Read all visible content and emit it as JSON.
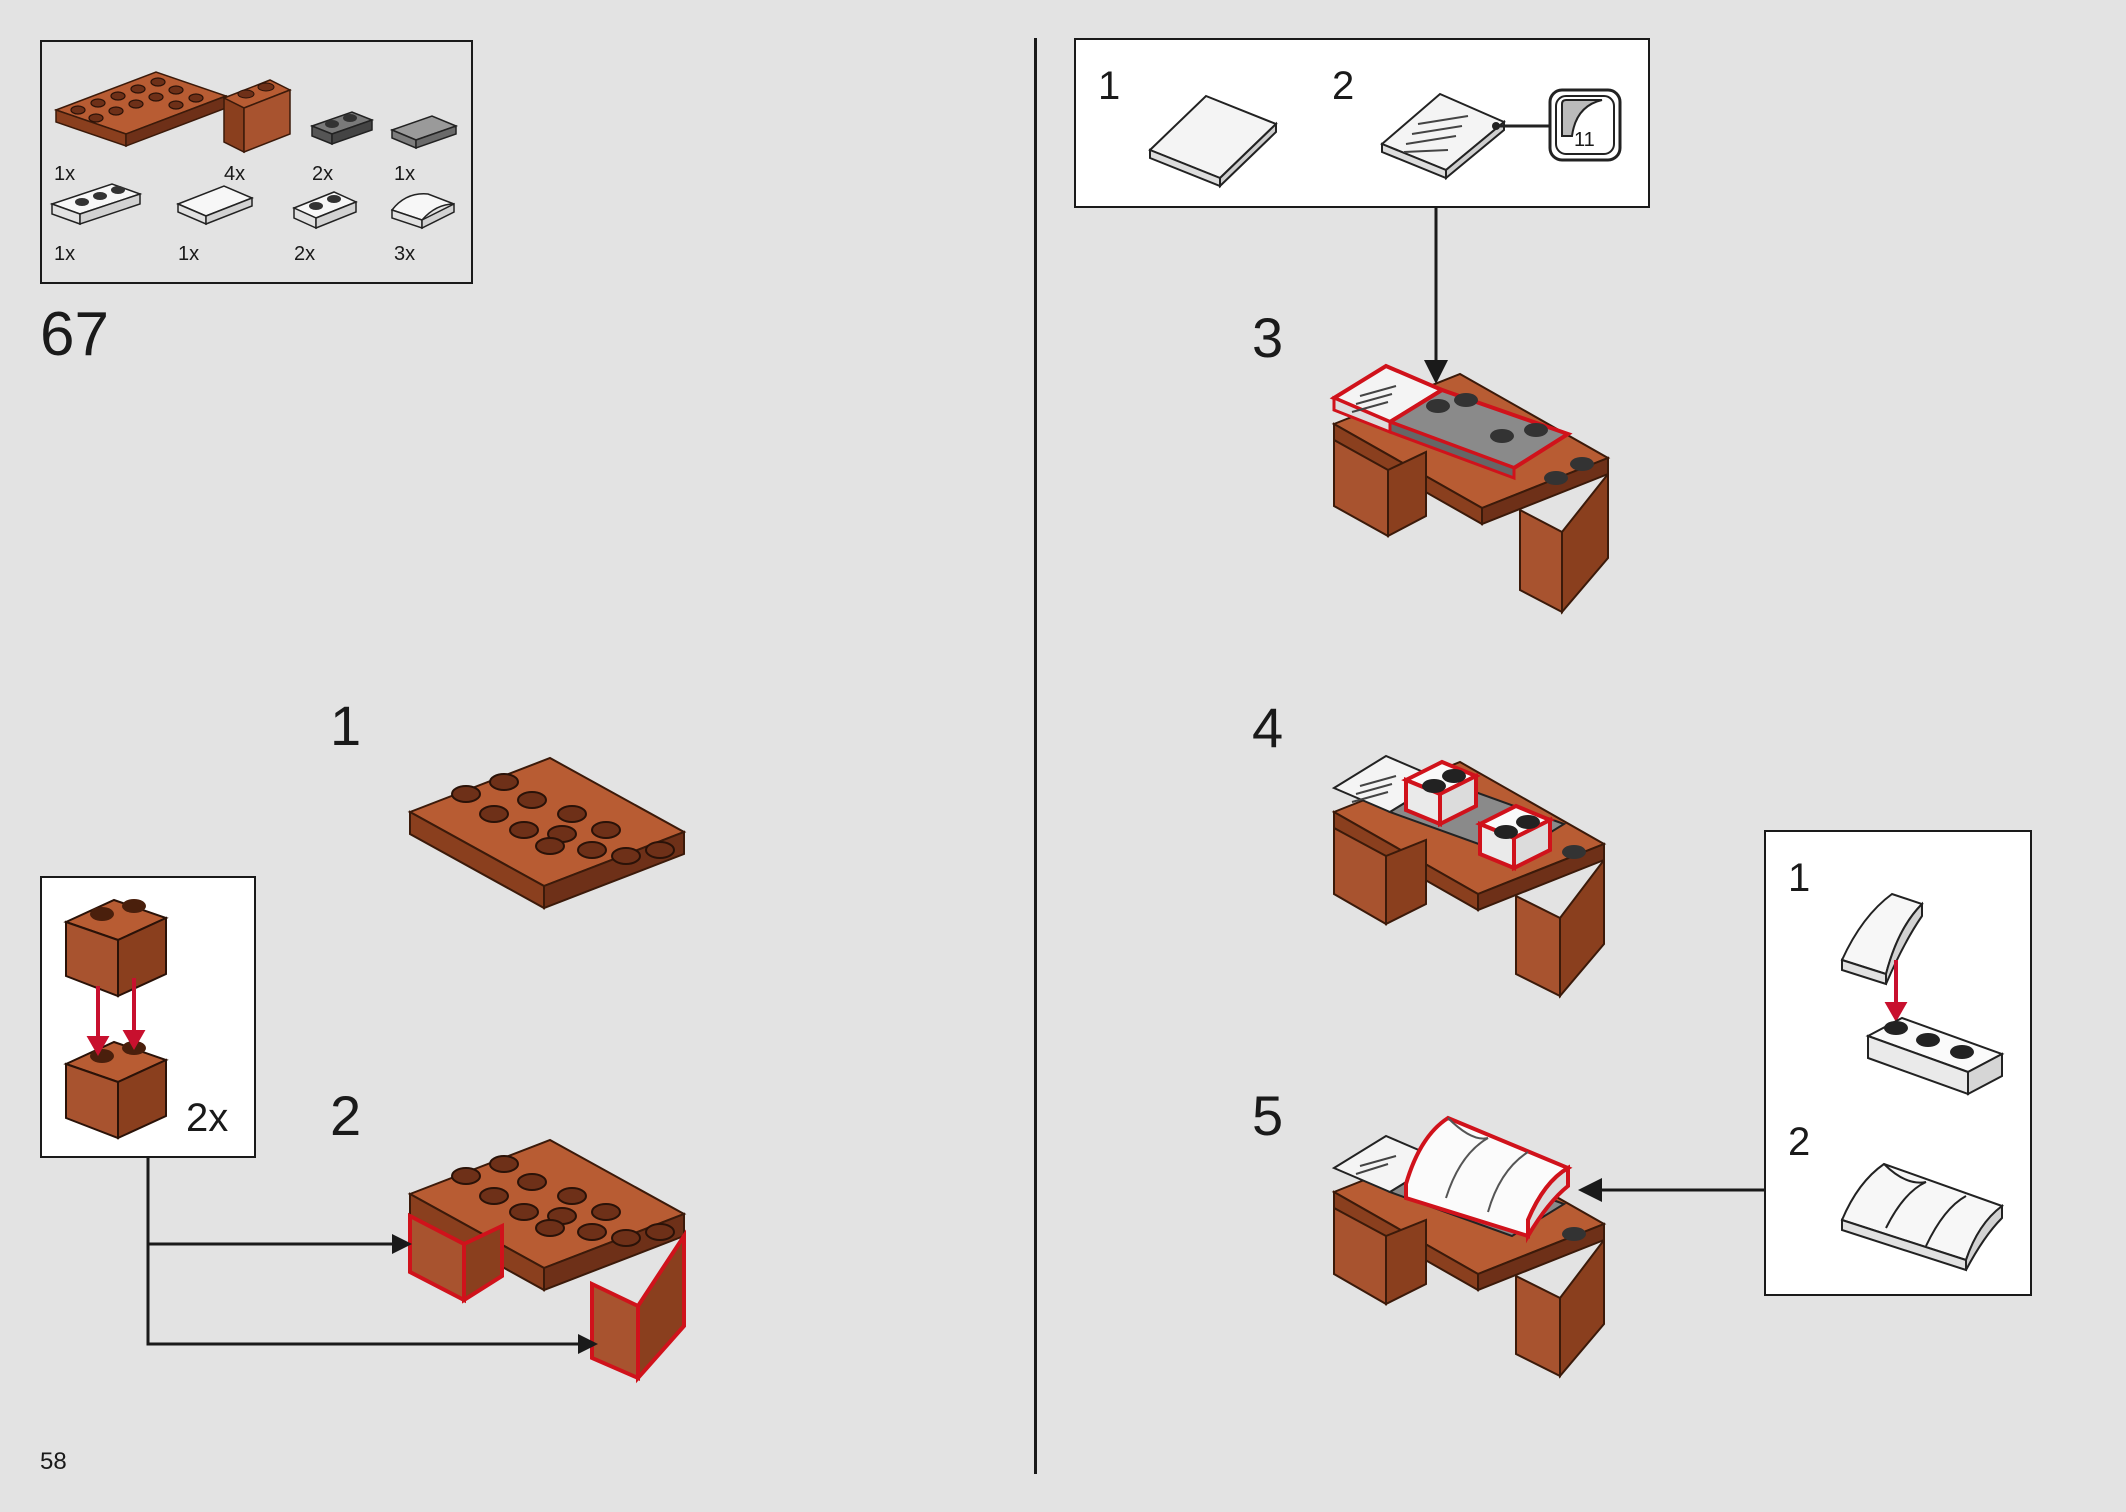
{
  "page": {
    "number": "58",
    "step_number": "67"
  },
  "parts_list": [
    {
      "qty": "1x",
      "name": "reddish-brown-plate-2x8"
    },
    {
      "qty": "4x",
      "name": "reddish-brown-brick-1x2"
    },
    {
      "qty": "2x",
      "name": "dark-gray-plate-1x2"
    },
    {
      "qty": "1x",
      "name": "gray-tile-2x2"
    },
    {
      "qty": "1x",
      "name": "white-plate-1x3"
    },
    {
      "qty": "1x",
      "name": "white-tile-2x2"
    },
    {
      "qty": "2x",
      "name": "white-plate-1x2"
    },
    {
      "qty": "3x",
      "name": "white-curved-slope-2x1"
    }
  ],
  "left_steps": [
    {
      "label": "1"
    },
    {
      "label": "2"
    }
  ],
  "subassembly_left": {
    "multiplier": "2x"
  },
  "sticker_box": {
    "step1": "1",
    "step2": "2",
    "sticker_number": "11"
  },
  "right_steps": [
    {
      "label": "3"
    },
    {
      "label": "4"
    },
    {
      "label": "5"
    }
  ],
  "subassembly_right": {
    "step1": "1",
    "step2": "2"
  },
  "colors": {
    "brown": "#a8532f",
    "brown_dark": "#6e3018",
    "highlight": "#d0121b",
    "arrow_red": "#c8102e",
    "background": "#e3e3e3"
  }
}
